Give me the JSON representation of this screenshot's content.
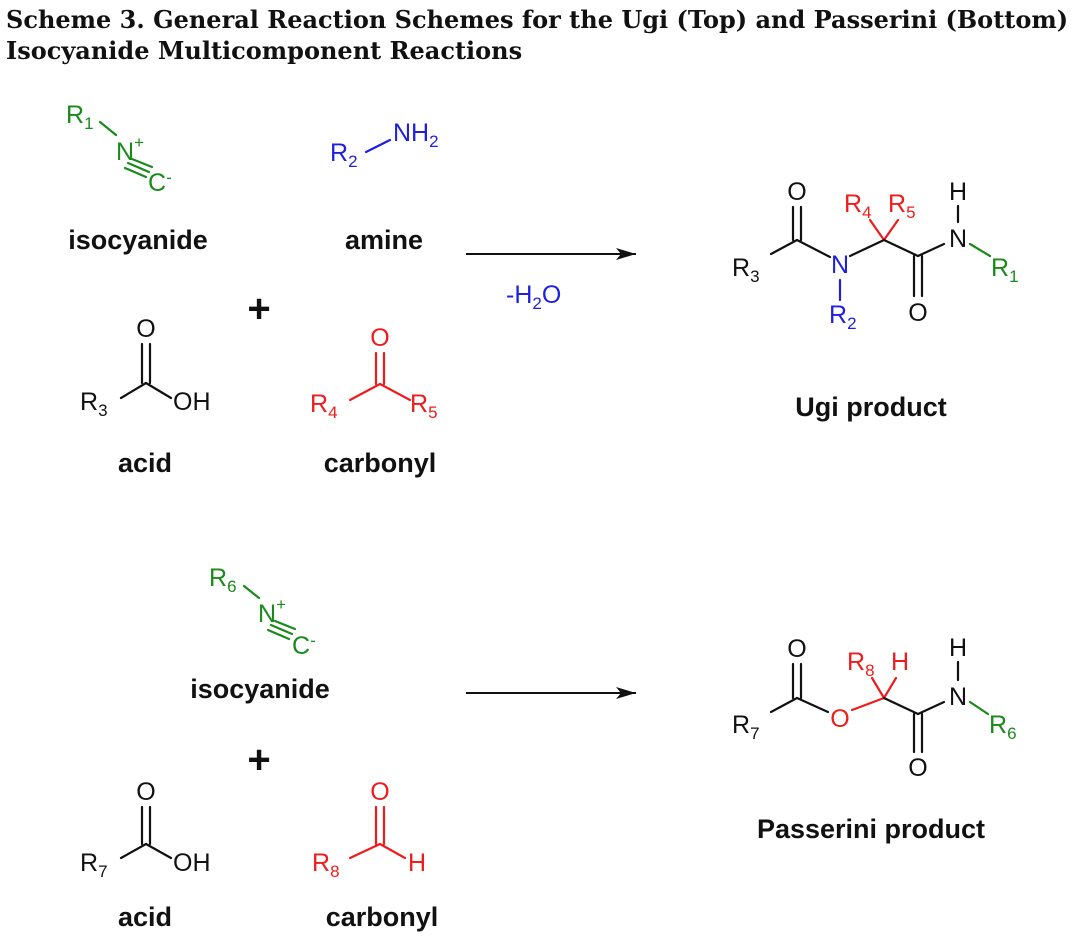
{
  "caption": {
    "line1": "Scheme 3. General Reaction Schemes for the Ugi (Top) and Passerini (Bottom)",
    "line2": "Isocyanide Multicomponent Reactions"
  },
  "colors": {
    "green": "#1a8a1a",
    "blue": "#1f1fe0",
    "red": "#ee1c1c",
    "black": "#111111"
  },
  "ugi": {
    "labels": {
      "isocyanide": "isocyanide",
      "amine": "amine",
      "acid": "acid",
      "carbonyl": "carbonyl",
      "product": "Ugi product"
    },
    "plus": "+",
    "arrow_reagent": {
      "minus": "-",
      "H": "H",
      "sub": "2",
      "O": "O"
    }
  },
  "passerini": {
    "labels": {
      "isocyanide": "isocyanide",
      "acid": "acid",
      "carbonyl": "carbonyl",
      "product": "Passerini product"
    },
    "plus": "+"
  },
  "atoms": {
    "R": "R",
    "N": "N",
    "C": "C",
    "O": "O",
    "H": "H",
    "OH": "OH",
    "NH": "NH",
    "plus_charge": "+",
    "minus_charge": "-",
    "sub1": "1",
    "sub2": "2",
    "sub3": "3",
    "sub4": "4",
    "sub5": "5",
    "sub6": "6",
    "sub7": "7",
    "sub8": "8"
  }
}
